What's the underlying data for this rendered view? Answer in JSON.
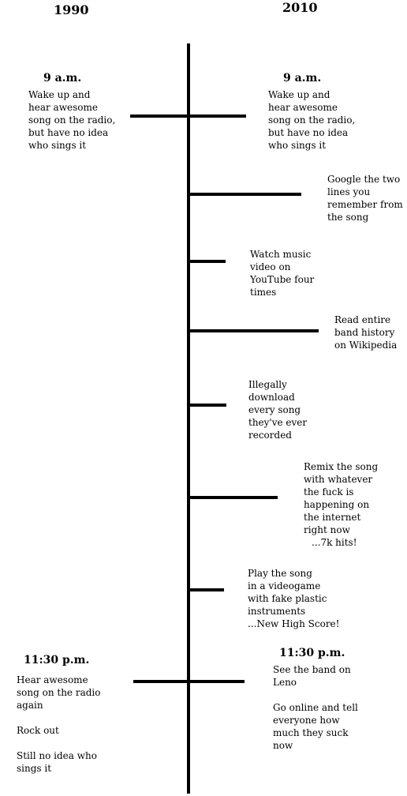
{
  "header": {
    "left_year": "1990",
    "right_year": "2010"
  },
  "left": {
    "morning_time": "9 a.m.",
    "morning_text": "Wake up and\nhear awesome\nsong on the radio,\nbut have no idea\nwho sings it",
    "night_time": "11:30 p.m.",
    "night_text_1": "Hear awesome\nsong on the radio\nagain",
    "night_text_2": "Rock out",
    "night_text_3": "Still no idea who\nsings it"
  },
  "right": {
    "morning_time": "9 a.m.",
    "morning_text": "Wake up and\nhear awesome\nsong on the radio,\nbut have no idea\nwho sings it",
    "events": [
      {
        "text": "Google the two\nlines you\nremember from\nthe song"
      },
      {
        "text": "Watch music\nvideo on\nYouTube four\ntimes"
      },
      {
        "text": "Read entire\nband history\non Wikipedia"
      },
      {
        "text": "Illegally\ndownload\nevery song\nthey've ever\nrecorded"
      },
      {
        "text": "Remix the song\nwith whatever\nthe fuck is\nhappening on\nthe internet\nright now",
        "extra": "...7k hits!"
      },
      {
        "text": "Play the song\nin a videogame\nwith fake plastic\ninstruments\n...New High Score!"
      }
    ],
    "night_time": "11:30 p.m.",
    "night_text_1": "See the band on\nLeno",
    "night_text_2": "Go online and tell\neveryone how\nmuch they suck\nnow"
  }
}
